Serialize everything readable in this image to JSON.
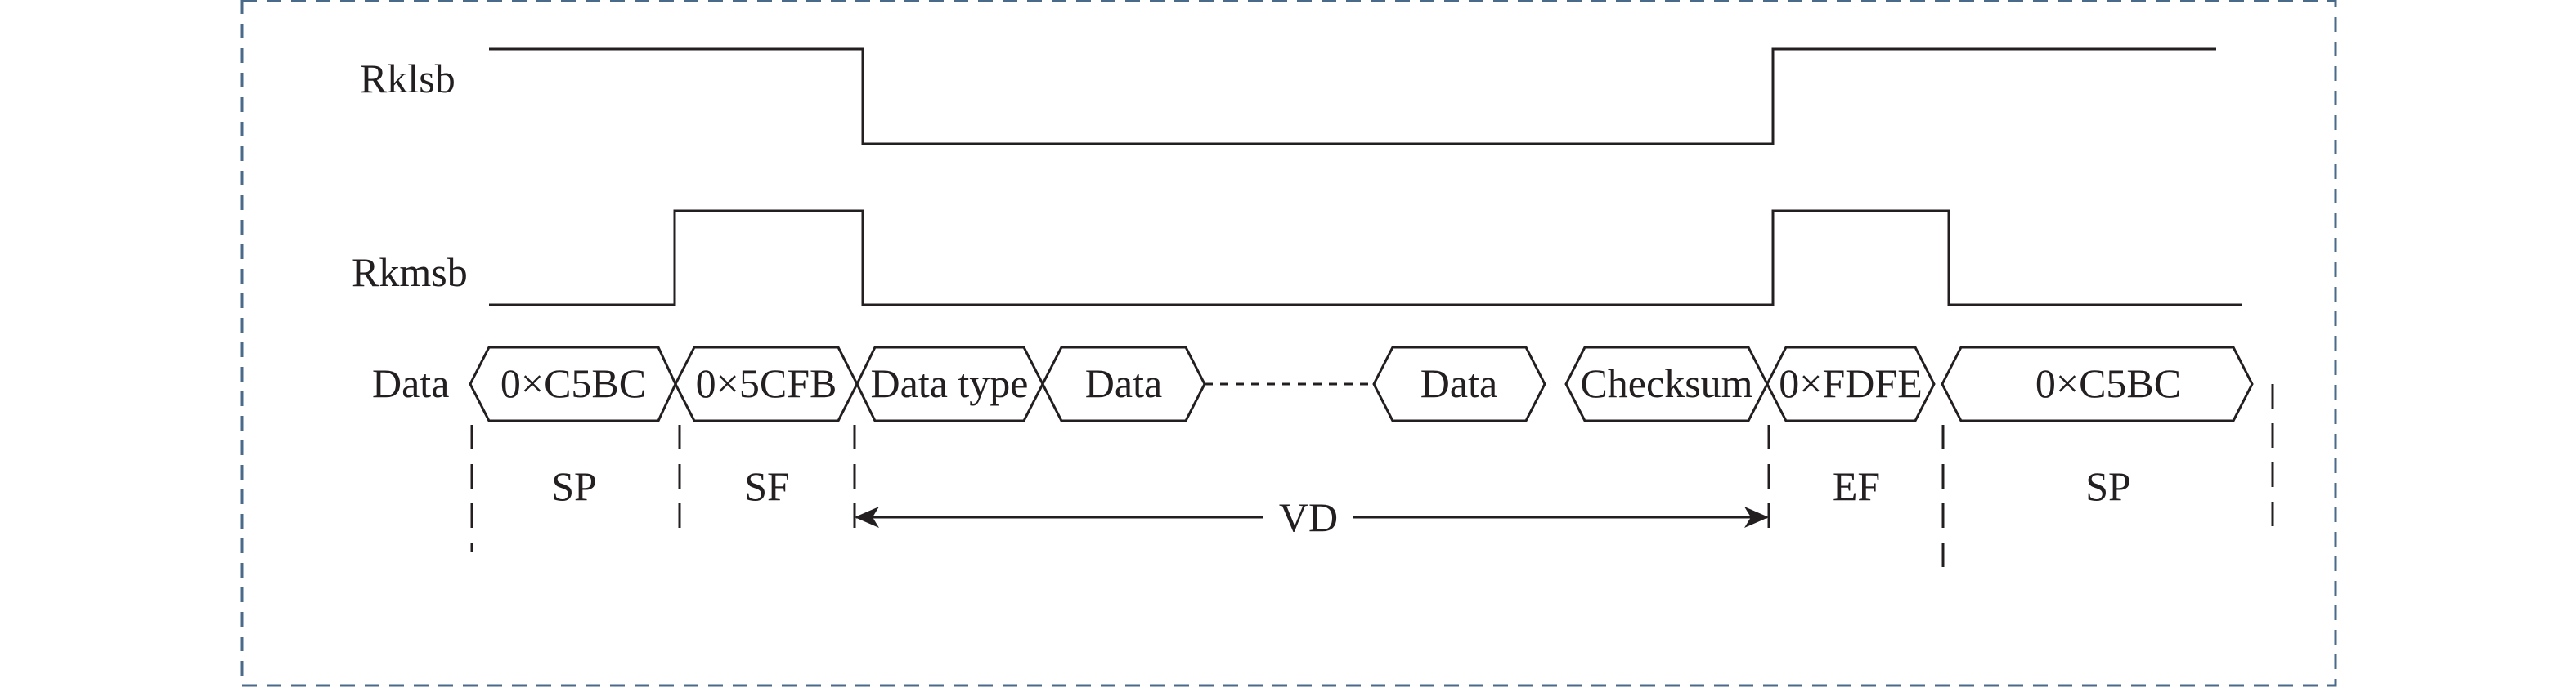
{
  "signals": {
    "rklsb": "Rklsb",
    "rkmsb": "Rkmsb",
    "data": "Data"
  },
  "fields": [
    "0×C5BC",
    "0×5CFB",
    "Data type",
    "Data",
    "Data",
    "Checksum",
    "0×FDFE",
    "0×C5BC"
  ],
  "regions": {
    "sp_start": "SP",
    "sf": "SF",
    "vd": "VD",
    "ef": "EF",
    "sp_end": "SP"
  },
  "colors": {
    "line": "#231f20",
    "border": "#4a6a8a"
  }
}
